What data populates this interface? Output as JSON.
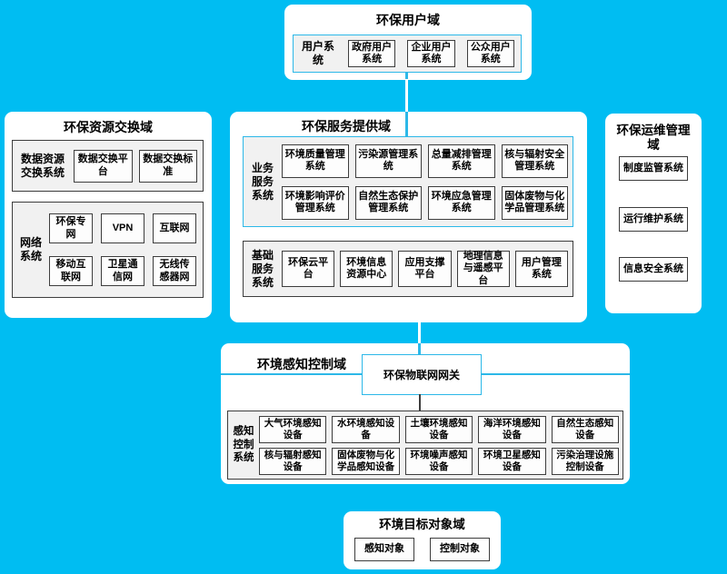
{
  "colors": {
    "background": "#00BDF2",
    "cyan_border": "#2CB8E8",
    "dark_border": "#3D3D3D",
    "group_fill": "#F1F1F1",
    "box_fill": "#FDFDFD"
  },
  "domains": {
    "user": {
      "title": "环保用户域",
      "group_label": "用户系统",
      "items": [
        "政府用户系统",
        "企业用户系统",
        "公众用户系统"
      ]
    },
    "resource": {
      "title": "环保资源交换域",
      "data_group": {
        "label": "数据资源交换系统",
        "items": [
          "数据交换平台",
          "数据交换标准"
        ]
      },
      "network_group": {
        "label": "网络系统",
        "items": [
          "环保专网",
          "VPN",
          "互联网",
          "移动互联网",
          "卫星通信网",
          "无线传感器网"
        ]
      }
    },
    "service": {
      "title": "环保服务提供域",
      "business_group": {
        "label": "业务服务系统",
        "items": [
          "环境质量管理系统",
          "污染源管理系统",
          "总量减排管理系统",
          "核与辐射安全管理系统",
          "环境影响评价管理系统",
          "自然生态保护管理系统",
          "环境应急管理系统",
          "固体废物与化学品管理系统"
        ]
      },
      "basic_group": {
        "label": "基础服务系统",
        "items": [
          "环保云平台",
          "环境信息资源中心",
          "应用支撑平台",
          "地理信息与遥感平台",
          "用户管理系统"
        ]
      }
    },
    "ops": {
      "title": "环保运维管理域",
      "items": [
        "制度监管系统",
        "运行维护系统",
        "信息安全系统"
      ]
    },
    "sensing": {
      "title": "环境感知控制域",
      "gateway": "环保物联网网关",
      "group_label": "感知控制系统",
      "items": [
        "大气环境感知设备",
        "水环境感知设备",
        "土壤环境感知设备",
        "海洋环境感知设备",
        "自然生态感知设备",
        "核与辐射感知设备",
        "固体废物与化学品感知设备",
        "环境噪声感知设备",
        "环境卫星感知设备",
        "污染治理设施控制设备"
      ]
    },
    "target": {
      "title": "环境目标对象域",
      "items": [
        "感知对象",
        "控制对象"
      ]
    }
  }
}
